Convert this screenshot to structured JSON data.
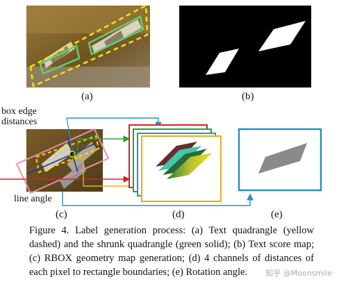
{
  "panels": {
    "a": "(a)",
    "b": "(b)",
    "c": "(c)",
    "d": "(d)",
    "e": "(e)"
  },
  "annotations": {
    "box_edge_line1": "box edge",
    "box_edge_line2": "distances",
    "line_angle": "line angle"
  },
  "caption": "Figure 4. Label generation process: (a) Text quadrangle (yellow dashed) and the shrunk quadrangle (green solid); (b) Text score map; (c) RBOX geometry map generation; (d) 4 channels of distances of each pixel to rectangle boundaries; (e) Rotation angle.",
  "watermark": "知乎 @Moonsmile",
  "colors": {
    "quad_yellow": "#f5e400",
    "shrunk_green": "#5fd06a",
    "arrow_blue": "#2a8fc0",
    "panel_e_border": "#2a8fc0",
    "panel_d_border": "#e8b020",
    "score_white": "#ffffff",
    "map_black": "#000000"
  }
}
